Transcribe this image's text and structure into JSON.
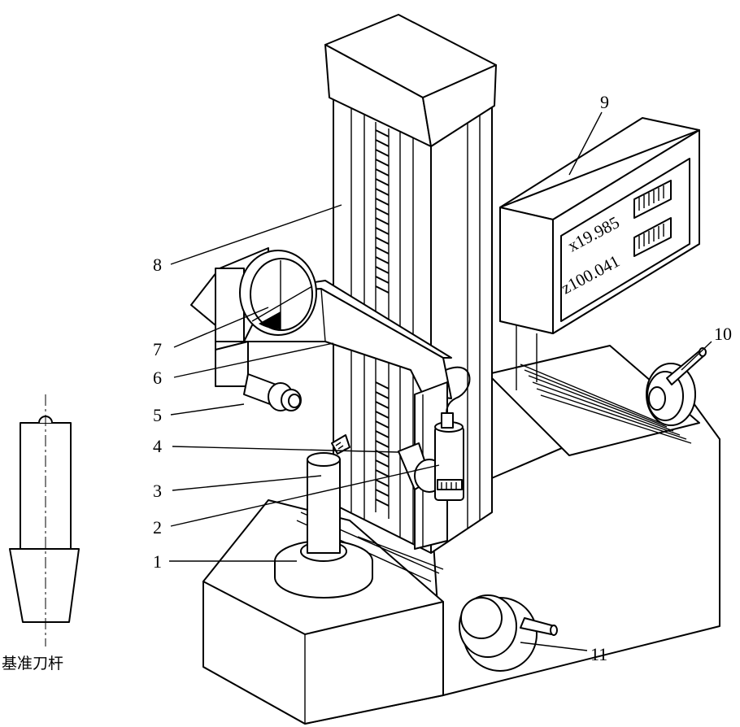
{
  "callouts": [
    "1",
    "2",
    "3",
    "4",
    "5",
    "6",
    "7",
    "8",
    "9",
    "10",
    "11"
  ],
  "display": {
    "x_reading": "x19.985",
    "z_reading": "z100.041"
  },
  "reference_tool_caption": "基准刀杆"
}
